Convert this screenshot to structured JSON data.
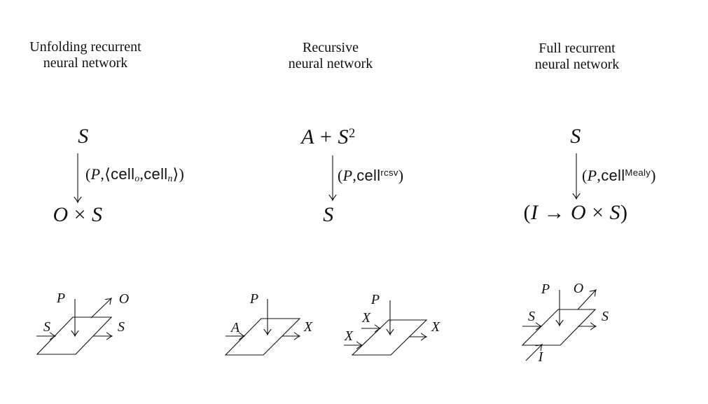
{
  "page": {
    "background": "#ffffff",
    "ink": "#111111"
  },
  "columns": [
    {
      "id": "unfolding",
      "title": [
        "Unfolding recurrent",
        "neural network"
      ],
      "morphism": {
        "domain": [
          {
            "t": "S",
            "s": "it"
          }
        ],
        "arrow_label": [
          {
            "t": "(",
            "s": "up"
          },
          {
            "t": "P",
            "s": "it"
          },
          {
            "t": ",",
            "s": "up"
          },
          {
            "t": "⟨",
            "s": "ang"
          },
          {
            "t": "cell",
            "s": "sf"
          },
          {
            "t": "o",
            "s": "sub"
          },
          {
            "t": ",",
            "s": "up"
          },
          {
            "t": "cell",
            "s": "sf"
          },
          {
            "t": "n",
            "s": "sub"
          },
          {
            "t": "⟩",
            "s": "ang"
          },
          {
            "t": ")",
            "s": "up"
          }
        ],
        "codomain": [
          {
            "t": "O",
            "s": "it"
          },
          {
            "t": " × ",
            "s": "up"
          },
          {
            "t": "S",
            "s": "it"
          }
        ]
      },
      "figure": {
        "param": "P",
        "output": "O",
        "state_in": "S",
        "state_out": "S"
      }
    },
    {
      "id": "recursive",
      "title": [
        "Recursive",
        "neural network"
      ],
      "morphism": {
        "domain": [
          {
            "t": "A",
            "s": "it"
          },
          {
            "t": " + ",
            "s": "up"
          },
          {
            "t": "S",
            "s": "it"
          },
          {
            "t": "2",
            "s": "sup-up"
          }
        ],
        "arrow_label": [
          {
            "t": "(",
            "s": "up"
          },
          {
            "t": "P",
            "s": "it"
          },
          {
            "t": ",",
            "s": "up"
          },
          {
            "t": "cell",
            "s": "sf"
          },
          {
            "t": "rcsv",
            "s": "sup"
          },
          {
            "t": ")",
            "s": "up"
          }
        ],
        "codomain": [
          {
            "t": "S",
            "s": "it"
          }
        ]
      },
      "figures": [
        {
          "param": "P",
          "input": "A",
          "output": "X"
        },
        {
          "param": "P",
          "input_upper": "X",
          "input_lower": "X",
          "output": "X"
        }
      ]
    },
    {
      "id": "full",
      "title": [
        "Full recurrent",
        "neural network"
      ],
      "morphism": {
        "domain": [
          {
            "t": "S",
            "s": "it"
          }
        ],
        "arrow_label": [
          {
            "t": "(",
            "s": "up"
          },
          {
            "t": "P",
            "s": "it"
          },
          {
            "t": ",",
            "s": "up"
          },
          {
            "t": "cell",
            "s": "sf"
          },
          {
            "t": "Mealy",
            "s": "sup"
          },
          {
            "t": ")",
            "s": "up"
          }
        ],
        "codomain": [
          {
            "t": "(",
            "s": "up"
          },
          {
            "t": "I",
            "s": "it"
          },
          {
            "t": " → ",
            "s": "up"
          },
          {
            "t": "O",
            "s": "it"
          },
          {
            "t": " × ",
            "s": "up"
          },
          {
            "t": "S",
            "s": "it"
          },
          {
            "t": ")",
            "s": "up"
          }
        ]
      },
      "figure": {
        "param": "P",
        "output": "O",
        "state_in": "S",
        "state_out": "S",
        "input": "I"
      }
    }
  ]
}
